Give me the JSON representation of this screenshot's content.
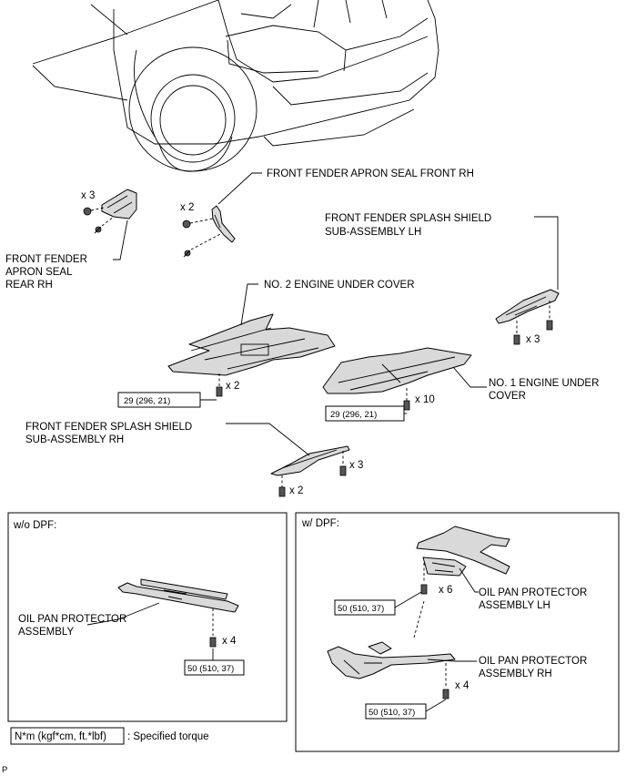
{
  "labels": {
    "apron_front_rh": "FRONT FENDER APRON SEAL FRONT RH",
    "splash_lh_1": "FRONT FENDER SPLASH SHIELD",
    "splash_lh_2": "SUB-ASSEMBLY LH",
    "apron_rear_1": "FRONT FENDER",
    "apron_rear_2": "APRON SEAL",
    "apron_rear_3": "REAR RH",
    "no2_under": "NO. 2 ENGINE UNDER COVER",
    "no1_under_1": "NO. 1 ENGINE UNDER",
    "no1_under_2": "COVER",
    "splash_rh_1": "FRONT FENDER SPLASH SHIELD",
    "splash_rh_2": "SUB-ASSEMBLY RH",
    "wo_dpf": "w/o DPF:",
    "w_dpf": "w/ DPF:",
    "oil_pan_1": "OIL PAN PROTECTOR",
    "oil_pan_2": "ASSEMBLY",
    "oil_pan_lh_1": "OIL PAN PROTECTOR",
    "oil_pan_lh_2": "ASSEMBLY LH",
    "oil_pan_rh_1": "OIL PAN PROTECTOR",
    "oil_pan_rh_2": "ASSEMBLY RH",
    "legend_box": "N*m (kgf*cm, ft.*lbf)",
    "legend_desc": ": Specified torque",
    "corner": "P"
  },
  "quantities": {
    "rear_seal": "x 3",
    "front_seal": "x 2",
    "splash_lh": "x 3",
    "no2": "x 2",
    "no1": "x 10",
    "splash_rh_a": "x 3",
    "splash_rh_b": "x 2",
    "wo_dpf": "x 4",
    "w_dpf_lh": "x 6",
    "w_dpf_rh": "x 4"
  },
  "torques": {
    "no2": "29 (296, 21)",
    "no1": "29 (296, 21)",
    "wo_dpf": "50 (510, 37)",
    "w_dpf_lh": "50 (510, 37)",
    "w_dpf_rh": "50 (510, 37)"
  }
}
